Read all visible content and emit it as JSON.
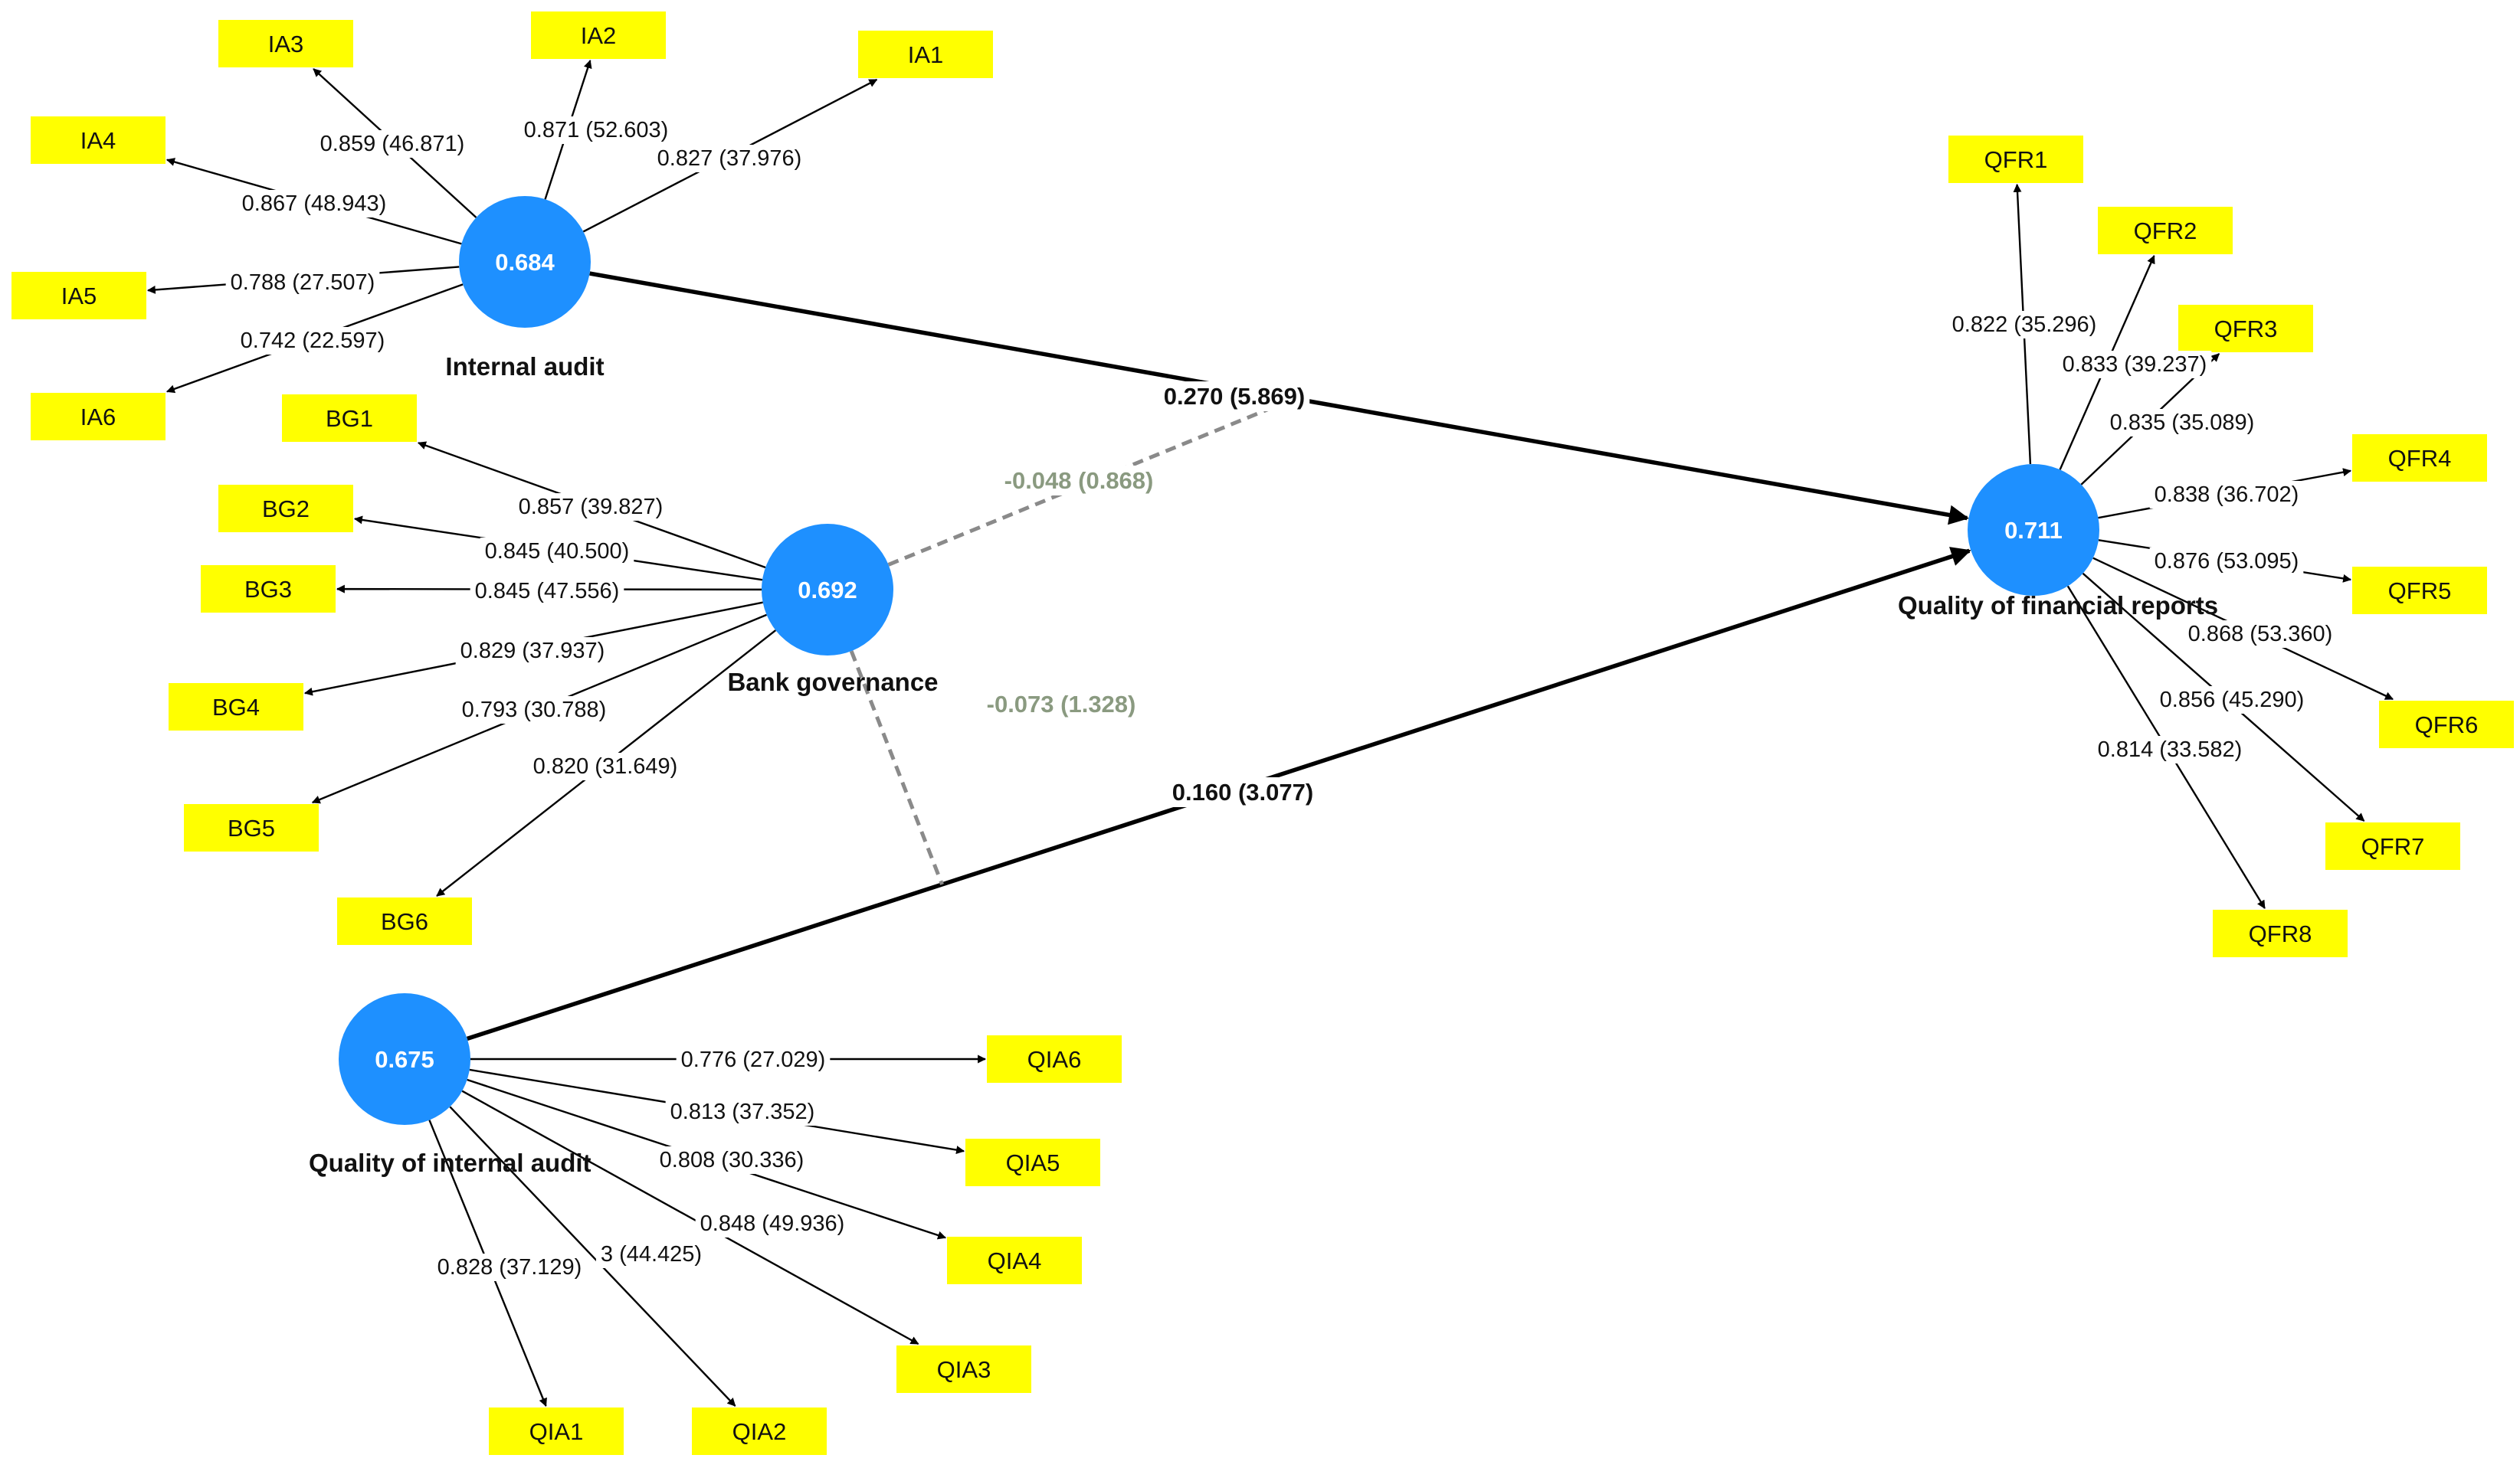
{
  "constructs": [
    {
      "id": "IA",
      "name": "Internal audit",
      "r2": "0.684",
      "indicators": [
        {
          "label": "IA1",
          "loading": "0.827 (37.976)"
        },
        {
          "label": "IA2",
          "loading": "0.871 (52.603)"
        },
        {
          "label": "IA3",
          "loading": "0.859 (46.871)"
        },
        {
          "label": "IA4",
          "loading": "0.867 (48.943)"
        },
        {
          "label": "IA5",
          "loading": "0.788 (27.507)"
        },
        {
          "label": "IA6",
          "loading": "0.742 (22.597)"
        }
      ]
    },
    {
      "id": "BG",
      "name": "Bank governance",
      "r2": "0.692",
      "indicators": [
        {
          "label": "BG1",
          "loading": "0.857 (39.827)"
        },
        {
          "label": "BG2",
          "loading": "0.845 (40.500)"
        },
        {
          "label": "BG3",
          "loading": "0.845 (47.556)"
        },
        {
          "label": "BG4",
          "loading": "0.829 (37.937)"
        },
        {
          "label": "BG5",
          "loading": "0.793 (30.788)"
        },
        {
          "label": "BG6",
          "loading": "0.820 (31.649)"
        }
      ]
    },
    {
      "id": "QFR",
      "name": "Quality of financial reports",
      "r2": "0.711",
      "indicators": [
        {
          "label": "QFR1",
          "loading": "0.822 (35.296)"
        },
        {
          "label": "QFR2",
          "loading": "0.833 (39.237)"
        },
        {
          "label": "QFR3",
          "loading": "0.835 (35.089)"
        },
        {
          "label": "QFR4",
          "loading": "0.838 (36.702)"
        },
        {
          "label": "QFR5",
          "loading": "0.876 (53.095)"
        },
        {
          "label": "QFR6",
          "loading": "0.868 (53.360)"
        },
        {
          "label": "QFR7",
          "loading": "0.856 (45.290)"
        },
        {
          "label": "QFR8",
          "loading": "0.814 (33.582)"
        }
      ]
    },
    {
      "id": "QIA",
      "name": "Quality of internal audit",
      "r2": "0.675",
      "indicators": [
        {
          "label": "QIA1",
          "loading": "0.828 (37.129)"
        },
        {
          "label": "QIA2",
          "loading": "3 (44.425)"
        },
        {
          "label": "QIA3",
          "loading": "0.848 (49.936)"
        },
        {
          "label": "QIA4",
          "loading": "0.808 (30.336)"
        },
        {
          "label": "QIA5",
          "loading": "0.813 (37.352)"
        },
        {
          "label": "QIA6",
          "loading": "0.776 (27.029)"
        }
      ]
    }
  ],
  "paths": [
    {
      "from": "IA",
      "to": "QFR",
      "label": "0.270 (5.869)",
      "style": "solid"
    },
    {
      "from": "QIA",
      "to": "QFR",
      "label": "0.160 (3.077)",
      "style": "solid"
    },
    {
      "from": "BG",
      "to": "IA-QFR",
      "label": "-0.048 (0.868)",
      "style": "dashed"
    },
    {
      "from": "BG",
      "to": "QIA-QFR",
      "label": "-0.073 (1.328)",
      "style": "dashed"
    }
  ],
  "colors": {
    "construct": "#1e90ff",
    "indicator": "#ffff00",
    "moderation": "#8a8a8a",
    "moderation_label": "#8a9a80"
  }
}
